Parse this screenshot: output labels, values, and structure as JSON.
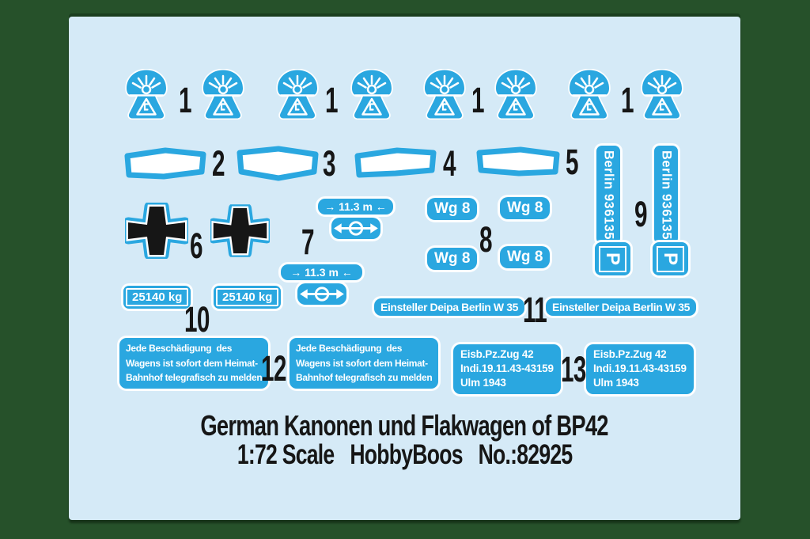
{
  "title": {
    "line1": "German Kanonen und Flakwagen of BP42",
    "line2": "1:72 Scale   HobbyBoos   No.:82925"
  },
  "decals": {
    "wg_label": "Wg 8",
    "weight_label": "25140 kg",
    "gauge_label": "→ 11.3 m ←",
    "berlin_label": "Berlin 936135",
    "parking_label": "P",
    "einsteller_label": "Einsteller Deipa Berlin W 35",
    "jede_lines": [
      "Jede Beschädigung  des",
      "Wagens ist sofort dem Heimat-",
      "Bahnhof telegrafisch zu melden"
    ],
    "eisb_lines": [
      "Eisb.Pz.Zug 42",
      "Indi.19.11.43-43159",
      "Ulm 1943"
    ]
  },
  "markers": {
    "m1": "1",
    "m2": "2",
    "m3": "3",
    "m4": "4",
    "m5": "5",
    "m6": "6",
    "m7": "7",
    "m8": "8",
    "m9": "9",
    "m10": "10",
    "m11": "11",
    "m12": "12",
    "m13": "13"
  },
  "colors": {
    "border_green": "#26512a",
    "sheet_blue": "#d5eaf7",
    "decal_blue": "#2aa7e0",
    "ink": "#161616",
    "white": "#ffffff"
  }
}
